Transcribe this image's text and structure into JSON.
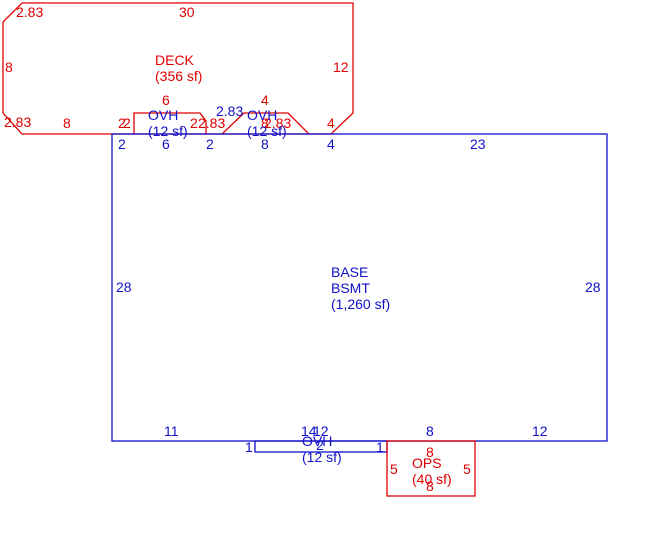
{
  "colors": {
    "addition": "#e00000",
    "main": "#1010c8",
    "background": "#ffffff"
  },
  "areas": {
    "deck": {
      "code": "DECK",
      "area": "(356 sf)"
    },
    "base": {
      "code": "BASE",
      "name": "BSMT",
      "area": "(1,260 sf)"
    },
    "ovh_left": {
      "code": "OVH",
      "area": "(12 sf)"
    },
    "ovh_right": {
      "code": "OVH",
      "area": "(12 sf)"
    },
    "ovh_bottom": {
      "code": "OVH",
      "area": "(12 sf)"
    },
    "ops": {
      "code": "OPS",
      "area": "(40 sf)"
    }
  },
  "dims": {
    "deck_top_left": "2.83",
    "deck_top": "30",
    "deck_left": "8",
    "deck_right": "12",
    "deck_bottom_left": "2.83",
    "deck_bottom": "8",
    "ovh_l_a": "2",
    "ovh_l_b": "2",
    "ovh_l_top": "6",
    "ovh_l_c": "2",
    "ovh_l_d": "2.83",
    "ovh_r_d": "2.83",
    "ovh_r_top": "4",
    "ovh_r_a": "8",
    "ovh_r_b": "2.83",
    "deck_seg": "4",
    "base_a": "2",
    "base_b": "6",
    "base_c": "2",
    "base_d": "8",
    "base_e": "4",
    "base_top": "23",
    "base_left": "28",
    "base_right": "28",
    "base_bottom_left": "11",
    "ovh_b_a": "14",
    "ovh_b_b": "12",
    "ovh_b_c": "2",
    "ovh_b_left": "1",
    "ovh_b_right": "1",
    "base_bottom_mid": "8",
    "base_bottom_right": "12",
    "ops_top": "8",
    "ops_left": "5",
    "ops_right": "5",
    "ops_bottom": "8"
  }
}
